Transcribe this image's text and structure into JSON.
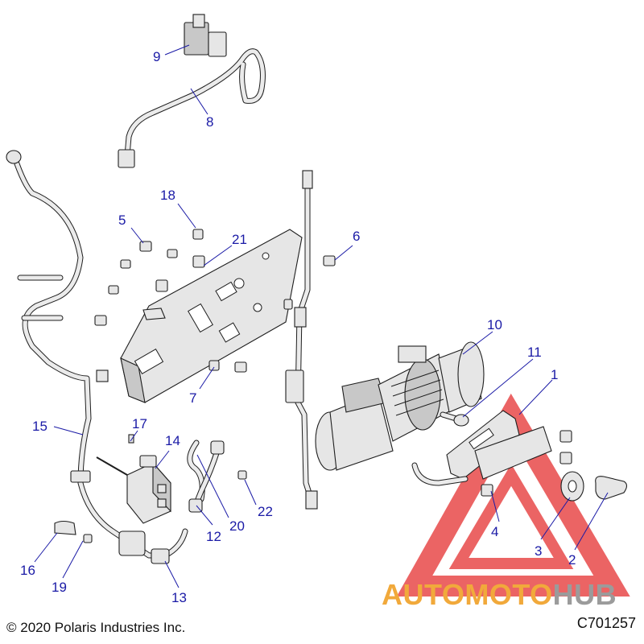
{
  "callouts": [
    {
      "n": "1"
    },
    {
      "n": "2"
    },
    {
      "n": "3"
    },
    {
      "n": "4"
    },
    {
      "n": "5"
    },
    {
      "n": "6"
    },
    {
      "n": "7"
    },
    {
      "n": "8"
    },
    {
      "n": "9"
    },
    {
      "n": "10"
    },
    {
      "n": "11"
    },
    {
      "n": "12"
    },
    {
      "n": "13"
    },
    {
      "n": "14"
    },
    {
      "n": "15"
    },
    {
      "n": "16"
    },
    {
      "n": "17"
    },
    {
      "n": "18"
    },
    {
      "n": "19"
    },
    {
      "n": "20"
    },
    {
      "n": "21"
    },
    {
      "n": "22"
    }
  ],
  "footer": {
    "copyright": "© 2020 Polaris Industries Inc.",
    "diagram_code": "C701257"
  },
  "watermark": {
    "part1": "AUTOMOTO",
    "part2": "HUB",
    "colors": {
      "triangle": "#e8494a",
      "text_orange": "#f1a93b",
      "text_gray": "#9b9b9b"
    }
  },
  "colors": {
    "callout": "#1a1aa6",
    "line": "#1e1e1e"
  }
}
